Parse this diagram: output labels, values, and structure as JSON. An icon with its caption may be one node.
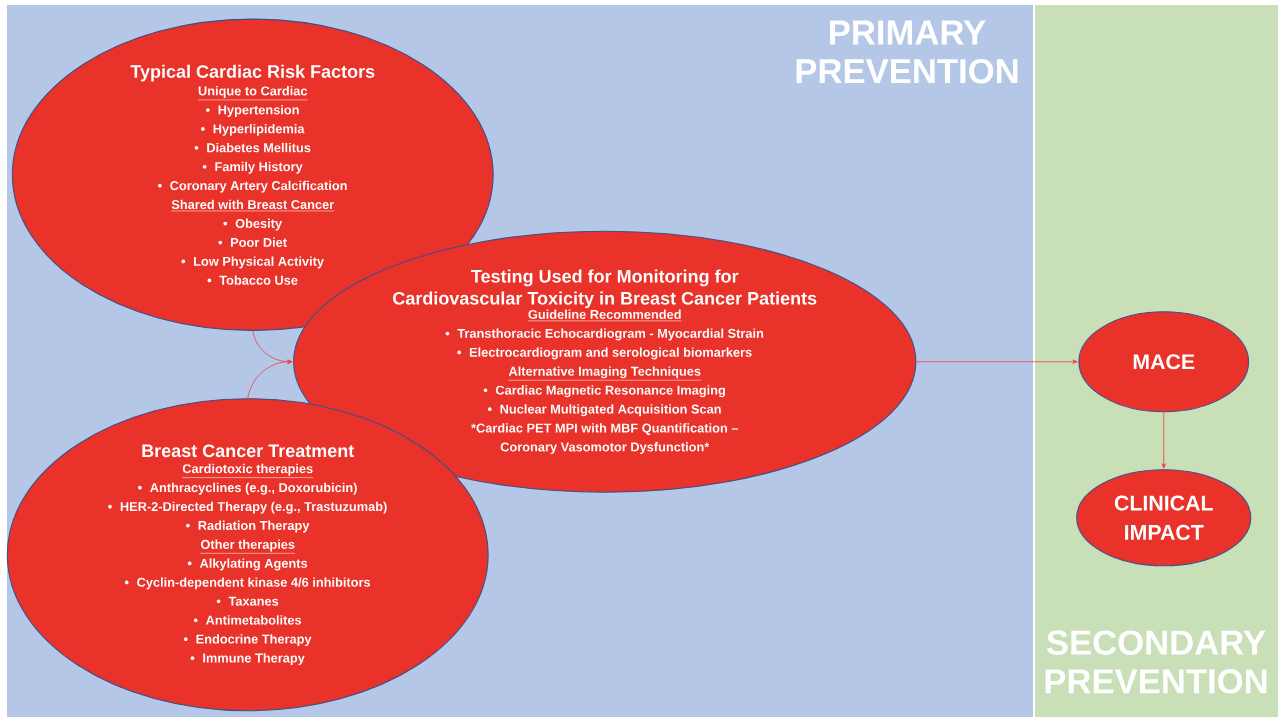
{
  "diagram": {
    "nodes": [
      {
        "text": [
          "PRIMARY PREVENTION"
        ]
      },
      {
        "text": [
          "Typical Cardiac Risk Factors",
          "Unique to Cardiac",
          "Hypertension",
          "Hyperlipidemia",
          "Diabetes Mellitus",
          "Family History",
          "Coronary Artery Calcification",
          "Shared with Breast Cancer",
          "Obesity",
          "Poor Diet",
          "Low Physical Activity",
          "Tobacco Use"
        ],
        "in": 0
      },
      {
        "text": [
          "Testing Used for Monitoring for Cardiovascular Toxicity in Breast Cancer Patients",
          "Guideline Recommended",
          "Transthoracic Echocardiogram - Myocardial Strain",
          "Electrocardiogram and serological biomarkers",
          "Alternative Imaging Techniques",
          "Cardiac Magnetic Resonance Imaging",
          "Nuclear Multigated Acquisition Scan",
          "*Cardiac PET MPI with MBF Quantification –",
          "Coronary Vasomotor Dysfunction*"
        ],
        "in": 0
      },
      {
        "text": [
          "Breast Cancer Treatment",
          "Cardiotoxic therapies",
          "Anthracyclines (e.g., Doxorubicin)",
          "HER-2-Directed Therapy (e.g., Trastuzumab)",
          "Radiation Therapy",
          "Other therapies",
          "Alkylating Agents",
          "Cyclin-dependent kinase 4/6 inhibitors",
          "Taxanes",
          "Antimetabolites",
          "Endocrine Therapy",
          "Immune Therapy"
        ],
        "in": 0
      },
      {
        "text": [
          "SECONDARY PREVENTION"
        ]
      },
      {
        "text": [
          "MACE"
        ],
        "in": 4
      },
      {
        "text": [
          "CLINICAL IMPACT"
        ],
        "in": 4
      }
    ],
    "edges": [
      {
        "from": 1,
        "to": 2,
        "arrow": "to"
      },
      {
        "from": 3,
        "to": 2,
        "arrow": "to"
      },
      {
        "from": 2,
        "to": 5,
        "arrow": "to"
      },
      {
        "from": 5,
        "to": 6,
        "arrow": "to"
      }
    ]
  }
}
